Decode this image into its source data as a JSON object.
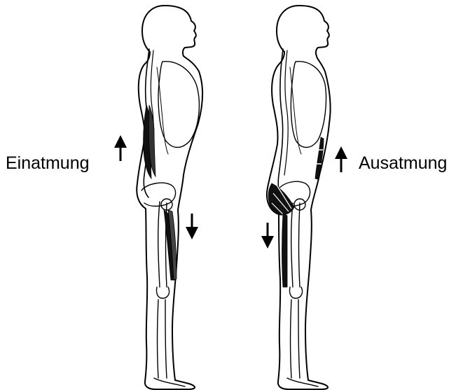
{
  "labels": {
    "inhalation": "Einatmung",
    "exhalation": "Ausatmung"
  },
  "colors": {
    "line": "#000000",
    "muscle": "#111111",
    "background": "#ffffff"
  },
  "figures": [
    {
      "name": "figure-inhalation",
      "icons": [
        "up-arrow-icon",
        "down-arrow-icon"
      ]
    },
    {
      "name": "figure-exhalation",
      "icons": [
        "up-arrow-icon",
        "down-arrow-icon"
      ]
    }
  ]
}
